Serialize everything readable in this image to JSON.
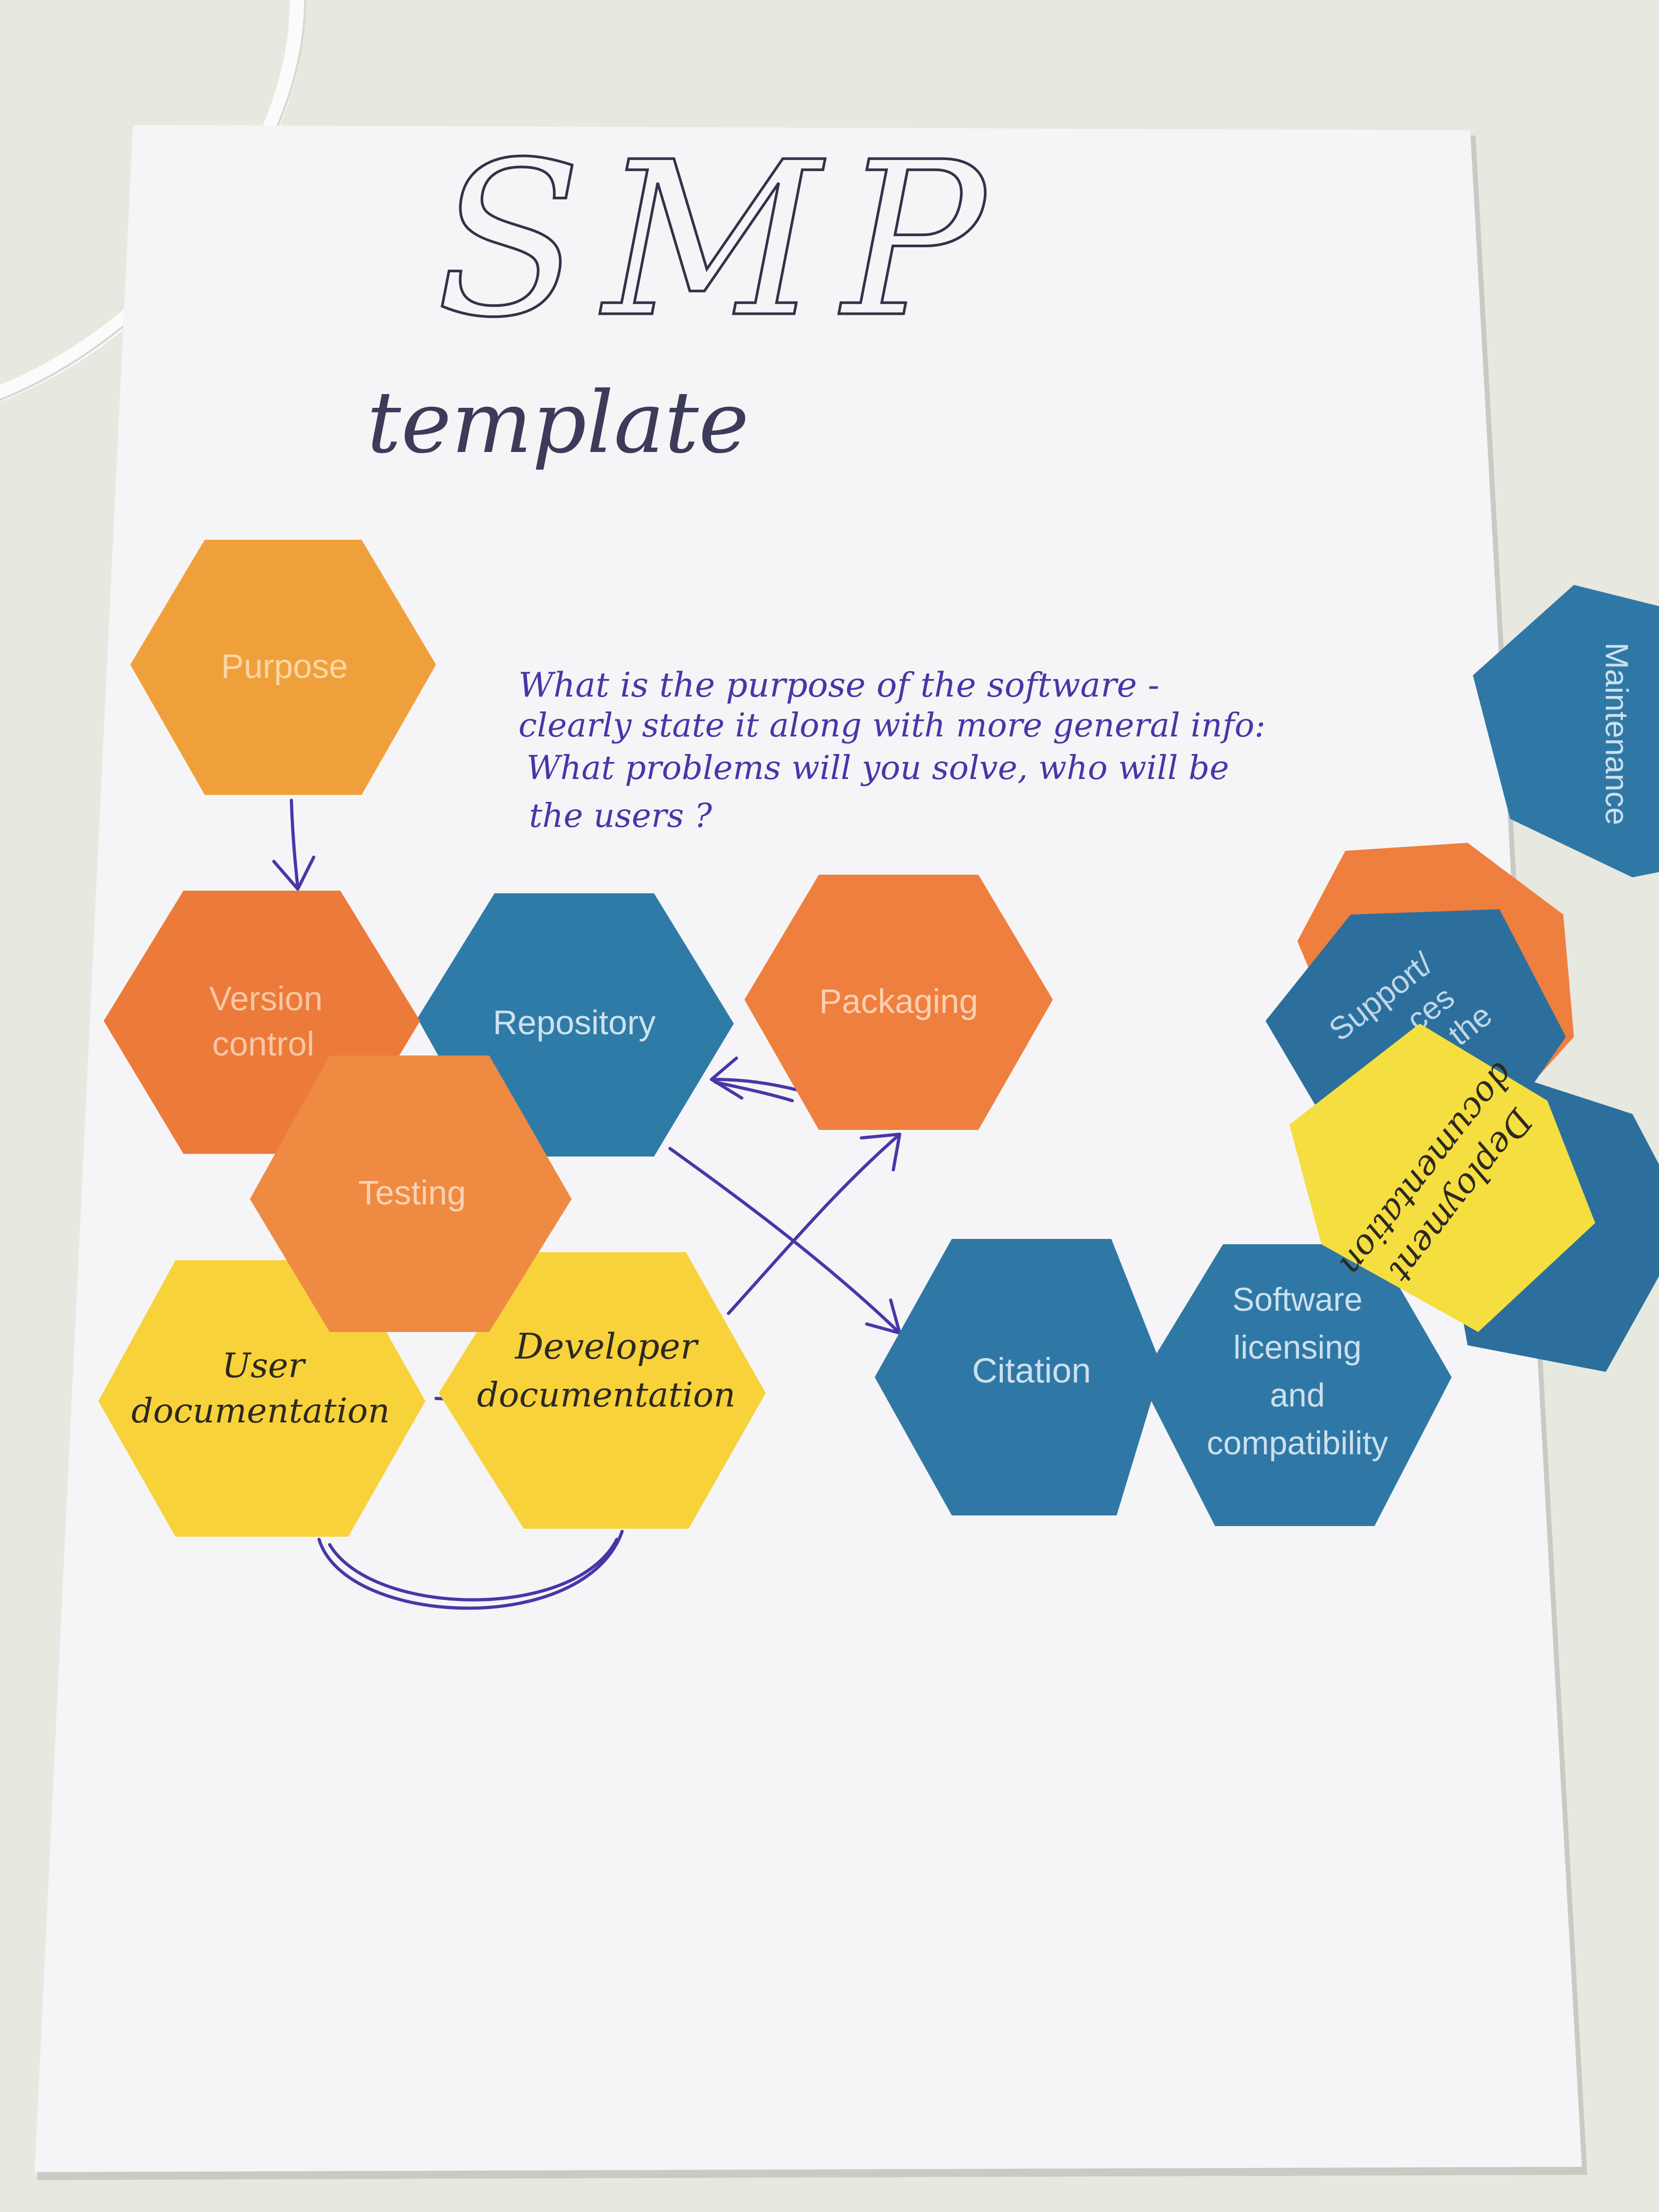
{
  "title": {
    "smp": "SMP",
    "template": "template"
  },
  "note": {
    "line1": "What is the purpose of the software -",
    "line2": "clearly state it along with more general info:",
    "line3": "What problems will you solve, who will be",
    "line4": "the users ?"
  },
  "hexagons": {
    "purpose": {
      "label": "Purpose",
      "color": "#f0a03a"
    },
    "version_control": {
      "line1": "Version",
      "line2": "control",
      "color": "#ec7a3a"
    },
    "repository": {
      "label": "Repository",
      "color": "#2f7ba8"
    },
    "packaging": {
      "label": "Packaging",
      "color": "#ef7f3e"
    },
    "testing": {
      "label": "Testing",
      "color": "#ef8a42"
    },
    "user_documentation": {
      "line1": "User",
      "line2": "documentation",
      "color": "#f8d23a"
    },
    "developer_documentation": {
      "line1": "Developer",
      "line2": "documentation",
      "color": "#f8d23a"
    },
    "citation": {
      "label": "Citation",
      "color": "#2f78a6"
    },
    "software_licensing": {
      "line1": "Software",
      "line2": "licensing",
      "line3": "and",
      "line4": "compatibility",
      "color": "#2f78a6"
    },
    "maintenance": {
      "label": "Maintenance",
      "color": "#2f78a6"
    },
    "support": {
      "line1": "Support/",
      "line2": "ces",
      "line3": "the",
      "color": "#2c6f9d"
    },
    "deployment_documentation": {
      "line1": "Deployment",
      "line2": "documentation",
      "color": "#f5de3f"
    }
  },
  "colors": {
    "ink": "#4a35a8",
    "pencil": "#33324a",
    "paper": "#f5f5f7",
    "table": "#e7e8df"
  }
}
